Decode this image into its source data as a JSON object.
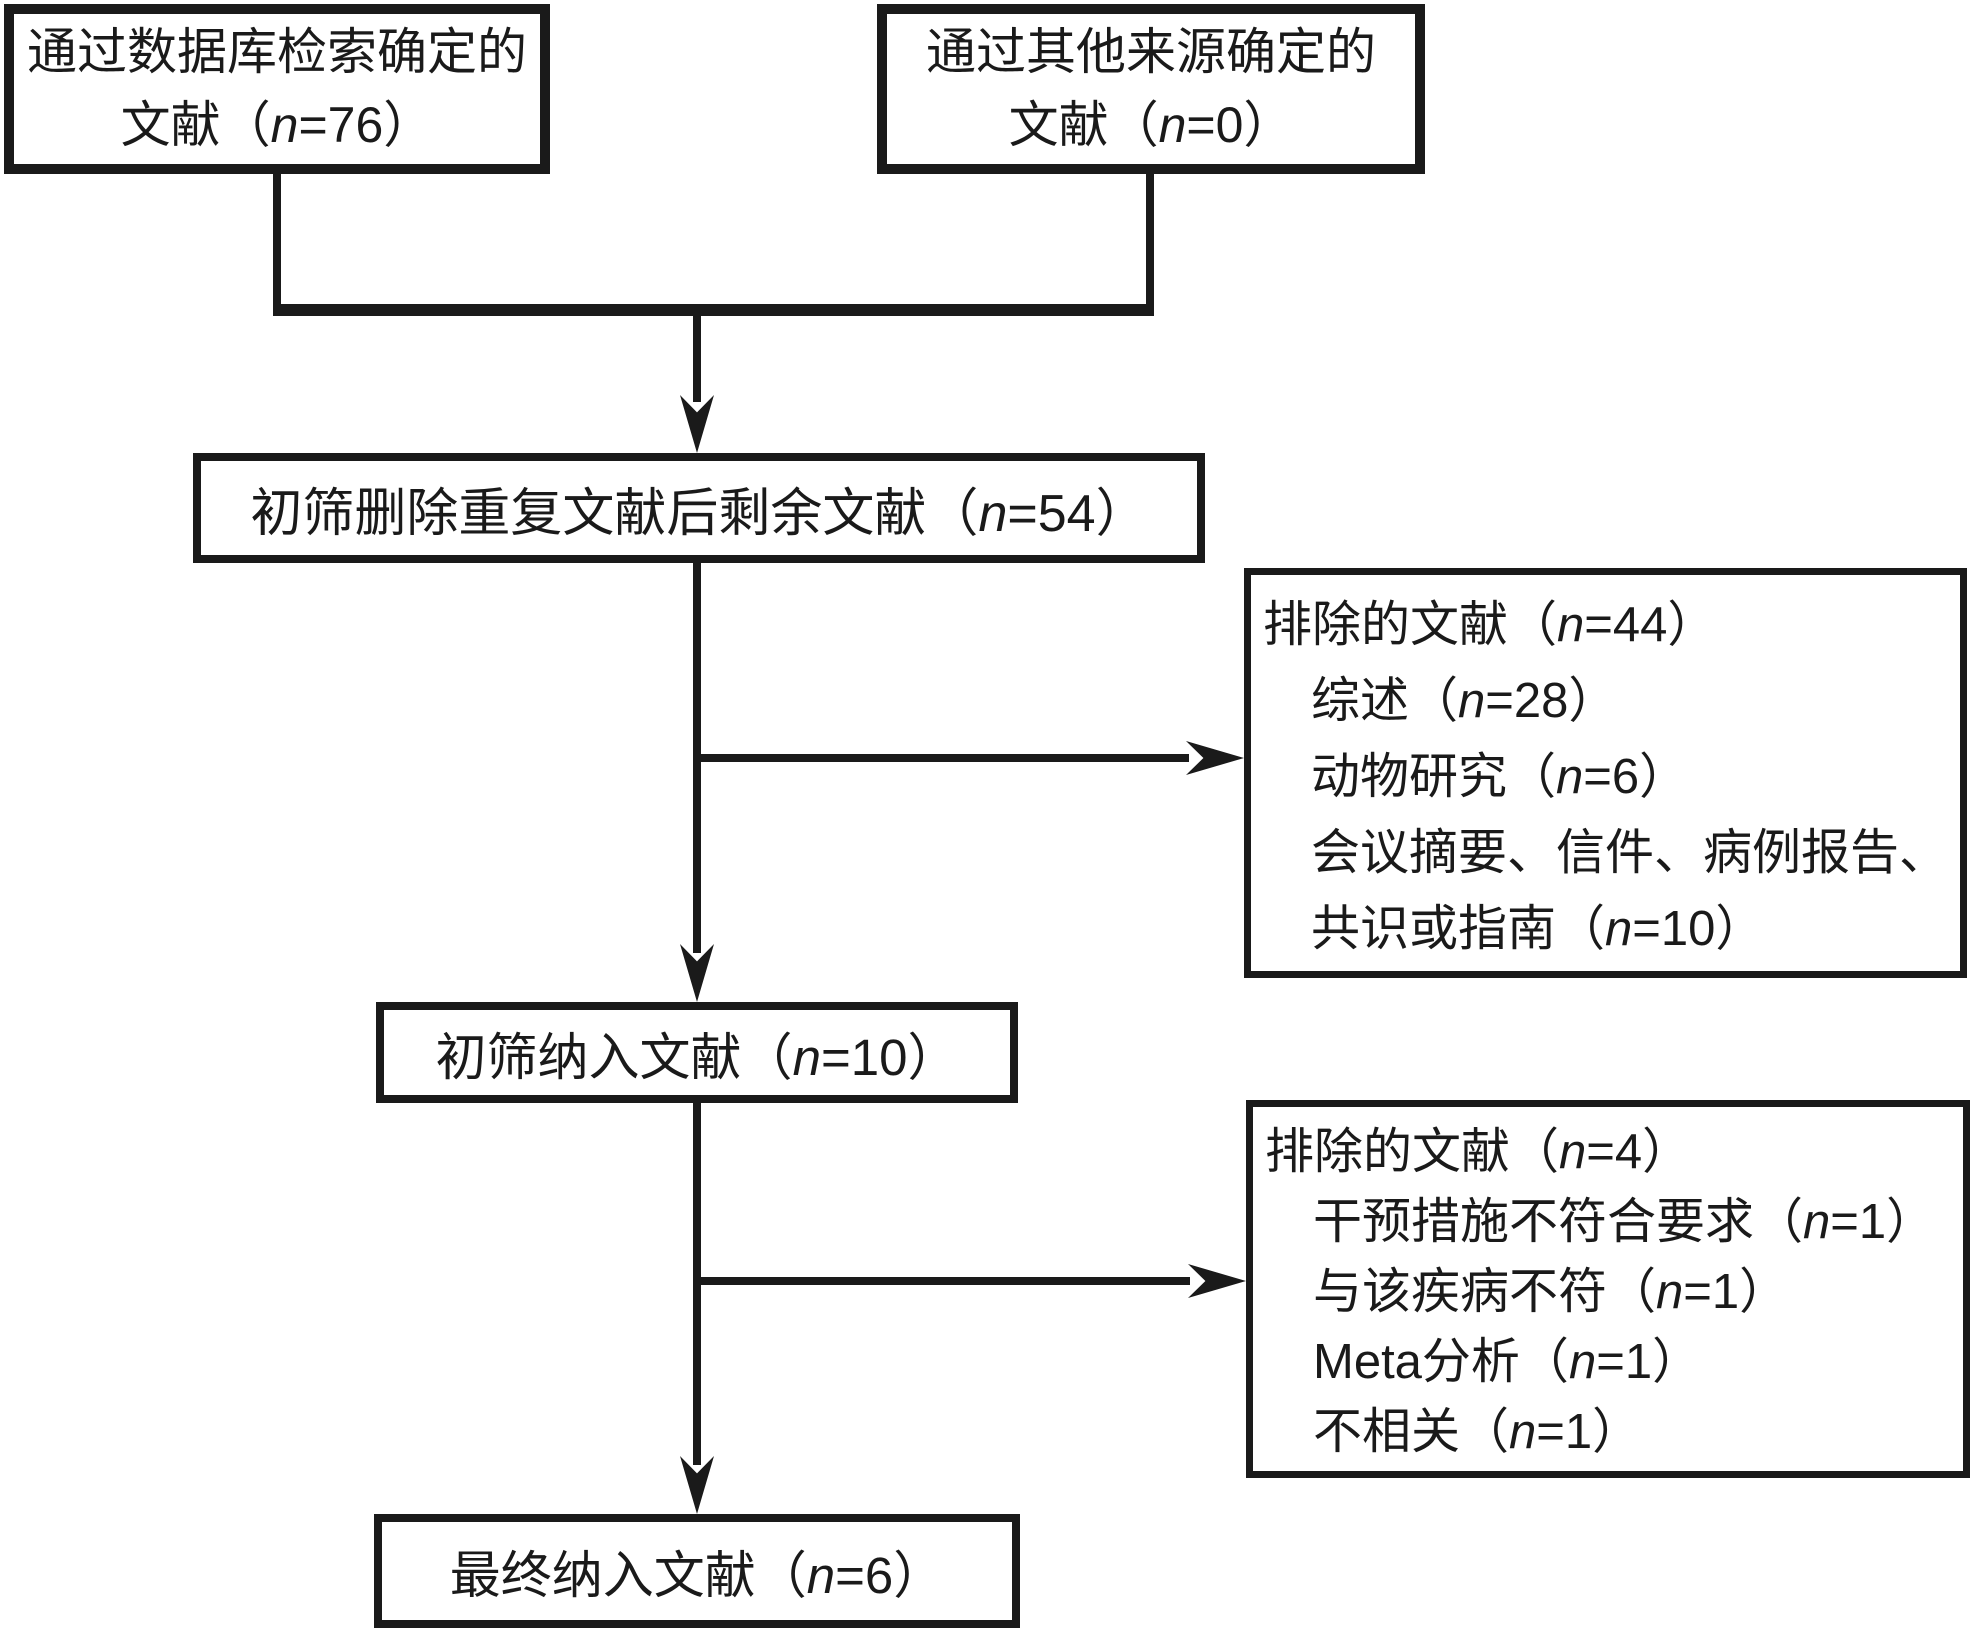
{
  "diagram_type": "literature-screening-flowchart",
  "colors": {
    "ink": "#1a1a1a",
    "background": "#ffffff"
  },
  "boxes": {
    "identified_database": {
      "lines": [
        "通过数据库检索确定的",
        "文献（n=76）"
      ]
    },
    "identified_other": {
      "lines": [
        "通过其他来源确定的",
        "文献（n=0）"
      ]
    },
    "after_dedup": {
      "lines": [
        "初筛删除重复文献后剩余文献（n=54）"
      ]
    },
    "excluded_screening": {
      "lines": [
        {
          "t": "排除的文献（n=44）",
          "indent": false
        },
        {
          "t": "综述（n=28）",
          "indent": true
        },
        {
          "t": "动物研究（n=6）",
          "indent": true
        },
        {
          "t": "会议摘要、信件、病例报告、",
          "indent": true
        },
        {
          "t": "共识或指南（n=10）",
          "indent": true
        }
      ]
    },
    "included_screening": {
      "lines": [
        "初筛纳入文献（n=10）"
      ]
    },
    "excluded_eligibility": {
      "lines": [
        {
          "t": "排除的文献（n=4）",
          "indent": false
        },
        {
          "t": "干预措施不符合要求（n=1）",
          "indent": true
        },
        {
          "t": "与该疾病不符（n=1）",
          "indent": true
        },
        {
          "t": "Meta分析（n=1）",
          "indent": true
        },
        {
          "t": "不相关（n=1）",
          "indent": true
        }
      ]
    },
    "included_final": {
      "lines": [
        "最终纳入文献（n=6）"
      ]
    }
  },
  "counts": {
    "identified_database": 76,
    "identified_other_sources": 0,
    "after_deduplication": 54,
    "excluded_at_screening": 44,
    "excluded_reviews": 28,
    "excluded_animal_studies": 6,
    "excluded_abstract_letter_case_consensus_guideline": 10,
    "included_after_screening": 10,
    "excluded_at_eligibility": 4,
    "excluded_intervention_mismatch": 1,
    "excluded_disease_mismatch": 1,
    "excluded_meta_analysis": 1,
    "excluded_irrelevant": 1,
    "included_final": 6
  }
}
